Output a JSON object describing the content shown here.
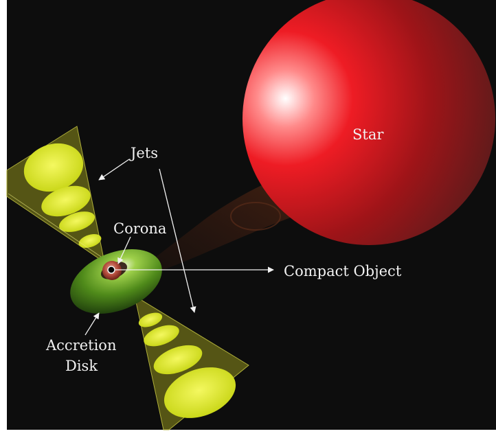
{
  "labels": {
    "star": "Star",
    "jets": "Jets",
    "corona": "Corona",
    "compact_object": "Compact Object",
    "accretion_disk_line1": "Accretion",
    "accretion_disk_line2": "Disk"
  },
  "colors": {
    "background": "#0d0d0d",
    "star": "#c8141c",
    "jet_cone": "#6e6e18",
    "jet_ellipse": "#d9e81a",
    "accretion_disk": "#4f8a1a",
    "corona": "#b04a3a",
    "text": "#f2f2f2"
  }
}
